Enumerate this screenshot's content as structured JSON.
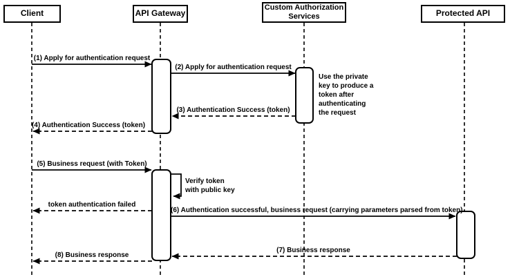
{
  "colors": {
    "line": "#000000",
    "background": "#ffffff",
    "fill": "#ffffff"
  },
  "actors": [
    {
      "label": "Client"
    },
    {
      "label": "API Gateway"
    },
    {
      "label": "Custom Authorization Services"
    },
    {
      "label": "Protected API"
    }
  ],
  "messages": [
    {
      "label": "(1) Apply for authentication request",
      "from": "Client",
      "to": "API Gateway",
      "type": "solid"
    },
    {
      "label": "(2) Apply for authentication request",
      "from": "API Gateway",
      "to": "Custom Authorization Services",
      "type": "solid"
    },
    {
      "label": "(3) Authentication Success (token)",
      "from": "Custom Authorization Services",
      "to": "API Gateway",
      "type": "dashed"
    },
    {
      "label": "(4) Authentication Success (token)",
      "from": "API Gateway",
      "to": "Client",
      "type": "dashed"
    },
    {
      "label": "(5) Business request (with Token)",
      "from": "Client",
      "to": "API Gateway",
      "type": "solid"
    },
    {
      "label": "Verify token with public key",
      "from": "API Gateway",
      "to": "API Gateway",
      "type": "self"
    },
    {
      "label": "token authentication failed",
      "from": "API Gateway",
      "to": "Client",
      "type": "dashed"
    },
    {
      "label": "(6) Authentication successful, business request (carrying parameters parsed from token)",
      "from": "API Gateway",
      "to": "Protected API",
      "type": "solid"
    },
    {
      "label": "(7) Business response",
      "from": "Protected API",
      "to": "API Gateway",
      "type": "dashed"
    },
    {
      "label": "(8) Business response",
      "from": "API Gateway",
      "to": "Client",
      "type": "dashed"
    }
  ],
  "note": {
    "text": "Use the private key to produce a token after authenticating the request"
  }
}
